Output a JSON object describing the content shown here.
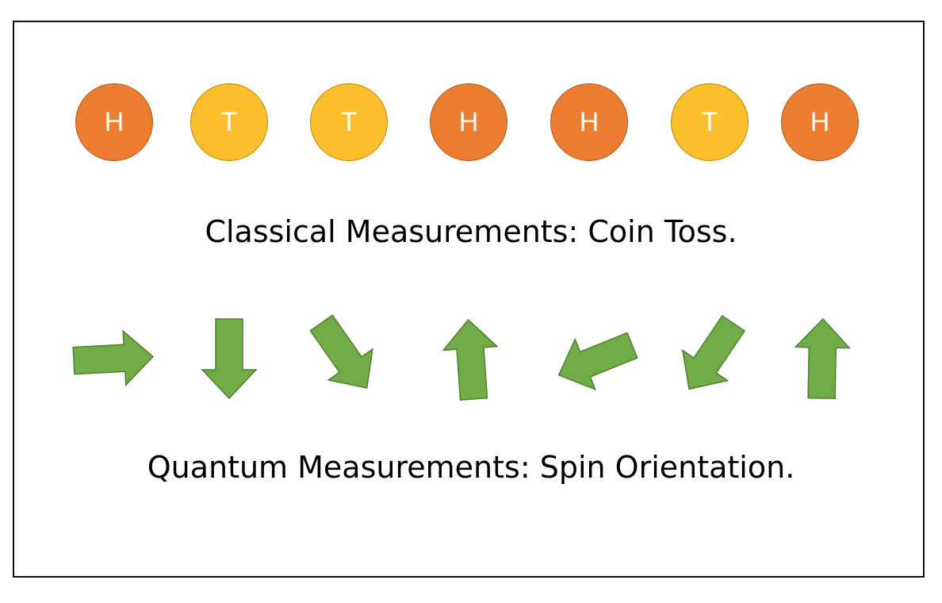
{
  "coins": [
    {
      "face": "H"
    },
    {
      "face": "T"
    },
    {
      "face": "T"
    },
    {
      "face": "H"
    },
    {
      "face": "H"
    },
    {
      "face": "T"
    },
    {
      "face": "H"
    }
  ],
  "classical_caption": "Classical Measurements: Coin Toss.",
  "quantum_caption": "Quantum Measurements: Spin Orientation.",
  "spin_arrows": [
    {
      "direction": "right",
      "angle_deg": -3
    },
    {
      "direction": "down",
      "angle_deg": 90
    },
    {
      "direction": "down-right",
      "angle_deg": 55
    },
    {
      "direction": "up",
      "angle_deg": -94
    },
    {
      "direction": "left",
      "angle_deg": 158
    },
    {
      "direction": "down-left",
      "angle_deg": 124
    },
    {
      "direction": "up",
      "angle_deg": -89
    }
  ],
  "colors": {
    "heads": "#ED7D31",
    "tails": "#FBBE2C",
    "arrow_fill": "#70AD47",
    "arrow_stroke": "#507E32",
    "frame": "#111111"
  }
}
